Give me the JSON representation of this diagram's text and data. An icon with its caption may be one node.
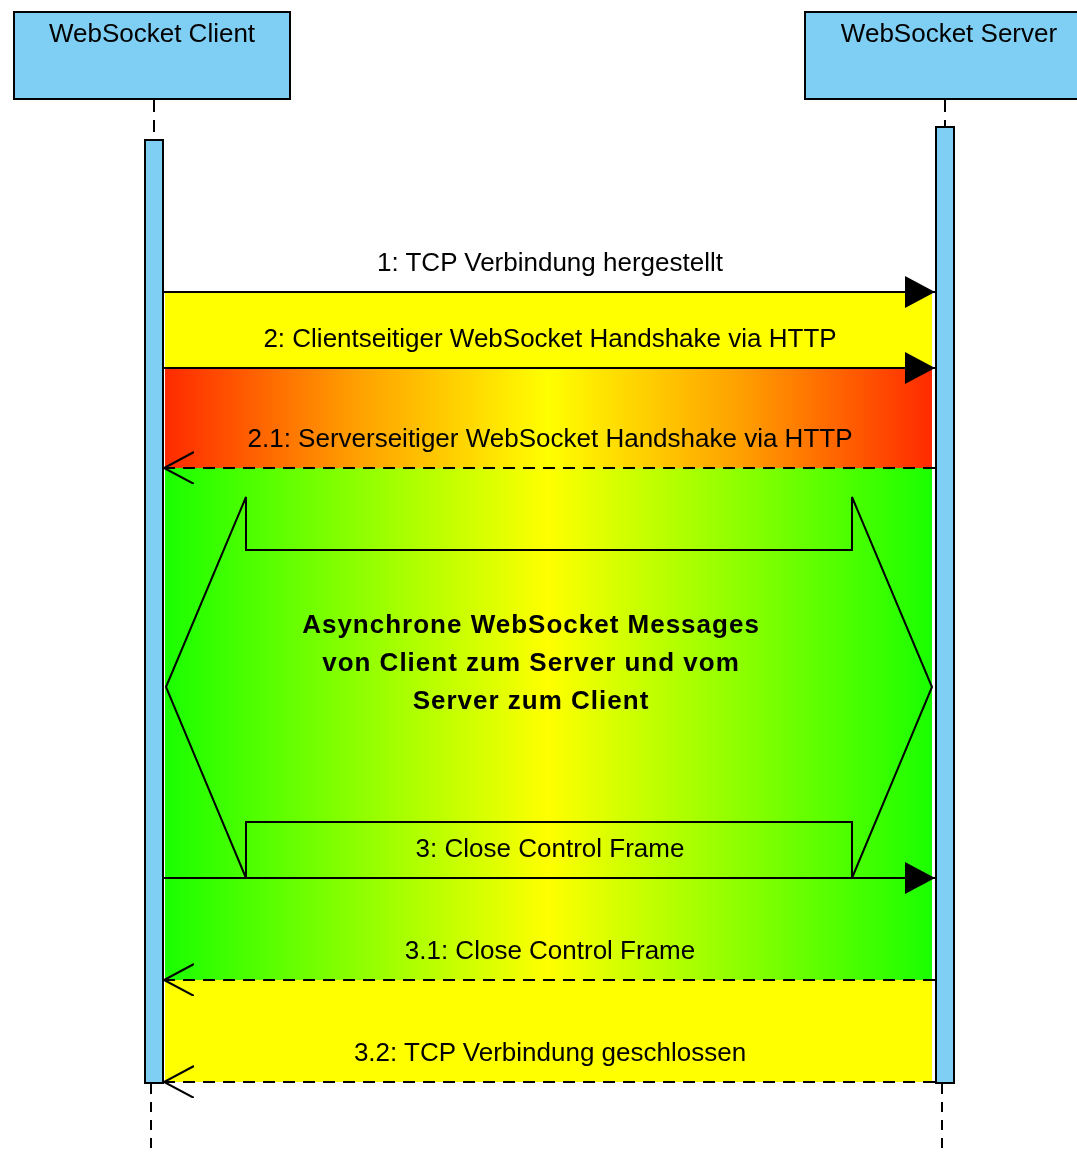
{
  "diagram": {
    "nodes": [
      {
        "text": [
          "WebSocket Client"
        ]
      },
      {
        "text": [
          "WebSocket Server"
        ]
      },
      {
        "text": [],
        "shape": "bar"
      },
      {
        "text": [],
        "shape": "bar"
      },
      {
        "text": [
          "Asynchrone WebSocket Messages von Client zum Server und vom Server zum Client"
        ]
      }
    ],
    "edges": [
      {
        "from": 0,
        "to": 2,
        "arrow": "none",
        "style": "dashed"
      },
      {
        "from": 1,
        "to": 3,
        "arrow": "none",
        "style": "dashed"
      },
      {
        "from": 2,
        "to": 3,
        "arrow": "to",
        "label": "1: TCP Verbindung hergestellt"
      },
      {
        "from": 2,
        "to": 3,
        "arrow": "to",
        "label": "2: Clientseitiger WebSocket Handshake via HTTP"
      },
      {
        "from": 3,
        "to": 2,
        "arrow": "to",
        "label": "2.1: Serverseitiger WebSocket Handshake via HTTP",
        "style": "dashed"
      },
      {
        "from": 2,
        "to": 3,
        "arrow": "to",
        "label": "3: Close Control Frame"
      },
      {
        "from": 3,
        "to": 2,
        "arrow": "to",
        "label": "3.1: Close Control Frame",
        "style": "dashed"
      },
      {
        "from": 3,
        "to": 2,
        "arrow": "to",
        "label": "3.2: TCP Verbindung geschlossen",
        "style": "dashed"
      }
    ]
  }
}
